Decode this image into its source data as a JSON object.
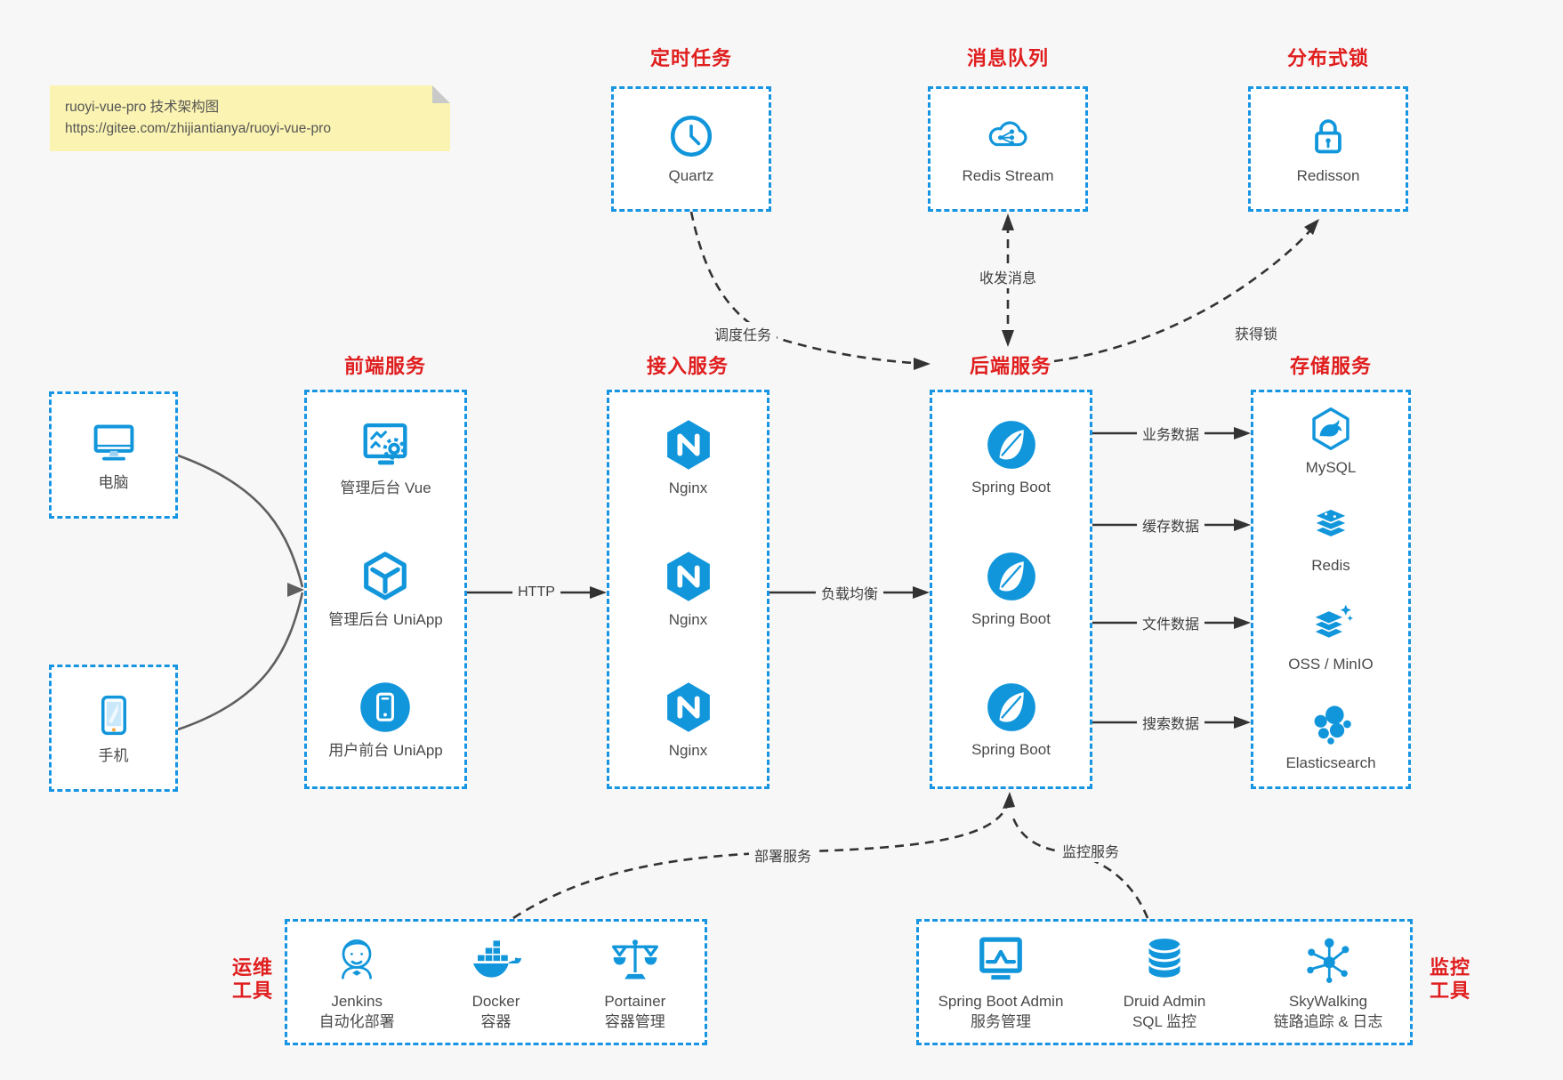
{
  "note": {
    "title": "ruoyi-vue-pro 技术架构图",
    "url": "https://gitee.com/zhijiantianya/ruoyi-vue-pro"
  },
  "top_groups": [
    {
      "title": "定时任务",
      "items": [
        {
          "label": "Quartz",
          "icon": "clock"
        }
      ]
    },
    {
      "title": "消息队列",
      "items": [
        {
          "label": "Redis Stream",
          "icon": "cloud-share"
        }
      ]
    },
    {
      "title": "分布式锁",
      "items": [
        {
          "label": "Redisson",
          "icon": "lock"
        }
      ]
    }
  ],
  "devices": [
    {
      "label": "电脑",
      "icon": "desktop"
    },
    {
      "label": "手机",
      "icon": "smartphone"
    }
  ],
  "columns": [
    {
      "title": "前端服务",
      "items": [
        {
          "label": "管理后台 Vue",
          "icon": "admin-vue"
        },
        {
          "label": "管理后台 UniApp",
          "icon": "uniapp-cube"
        },
        {
          "label": "用户前台 UniApp",
          "icon": "user-uniapp"
        }
      ]
    },
    {
      "title": "接入服务",
      "items": [
        {
          "label": "Nginx",
          "icon": "nginx"
        },
        {
          "label": "Nginx",
          "icon": "nginx"
        },
        {
          "label": "Nginx",
          "icon": "nginx"
        }
      ]
    },
    {
      "title": "后端服务",
      "items": [
        {
          "label": "Spring Boot",
          "icon": "spring-boot"
        },
        {
          "label": "Spring Boot",
          "icon": "spring-boot"
        },
        {
          "label": "Spring Boot",
          "icon": "spring-boot"
        }
      ]
    },
    {
      "title": "存储服务",
      "items": [
        {
          "label": "MySQL",
          "icon": "mysql"
        },
        {
          "label": "Redis",
          "icon": "redis"
        },
        {
          "label": "OSS / MinIO",
          "icon": "oss-minio"
        },
        {
          "label": "Elasticsearch",
          "icon": "elasticsearch"
        }
      ]
    }
  ],
  "bottom_groups": [
    {
      "title": "运维工具",
      "items": [
        {
          "label": "Jenkins",
          "sub": "自动化部署",
          "icon": "jenkins"
        },
        {
          "label": "Docker",
          "sub": "容器",
          "icon": "docker"
        },
        {
          "label": "Portainer",
          "sub": "容器管理",
          "icon": "portainer"
        }
      ]
    },
    {
      "title": "监控工具",
      "items": [
        {
          "label": "Spring Boot Admin",
          "sub": "服务管理",
          "icon": "spring-boot-admin"
        },
        {
          "label": "Druid Admin",
          "sub": "SQL 监控",
          "icon": "druid"
        },
        {
          "label": "SkyWalking",
          "sub": "链路追踪 & 日志",
          "icon": "skywalking"
        }
      ]
    }
  ],
  "edge_labels": {
    "http": "HTTP",
    "load_balance": "负载均衡",
    "schedule_task": "调度任务",
    "send_receive_msg": "收发消息",
    "acquire_lock": "获得锁",
    "business_data": "业务数据",
    "cache_data": "缓存数据",
    "file_data": "文件数据",
    "search_data": "搜索数据",
    "deploy_service": "部署服务",
    "monitor_service": "监控服务"
  },
  "colors": {
    "accent_blue": "#1296db",
    "border_blue": "#1795e2",
    "title_red": "#e01e1e",
    "note_bg": "#faf3b1",
    "arrow_dark": "#333333",
    "arrow_gray": "#5f5f5f",
    "canvas_bg": "#f7f7f8"
  }
}
